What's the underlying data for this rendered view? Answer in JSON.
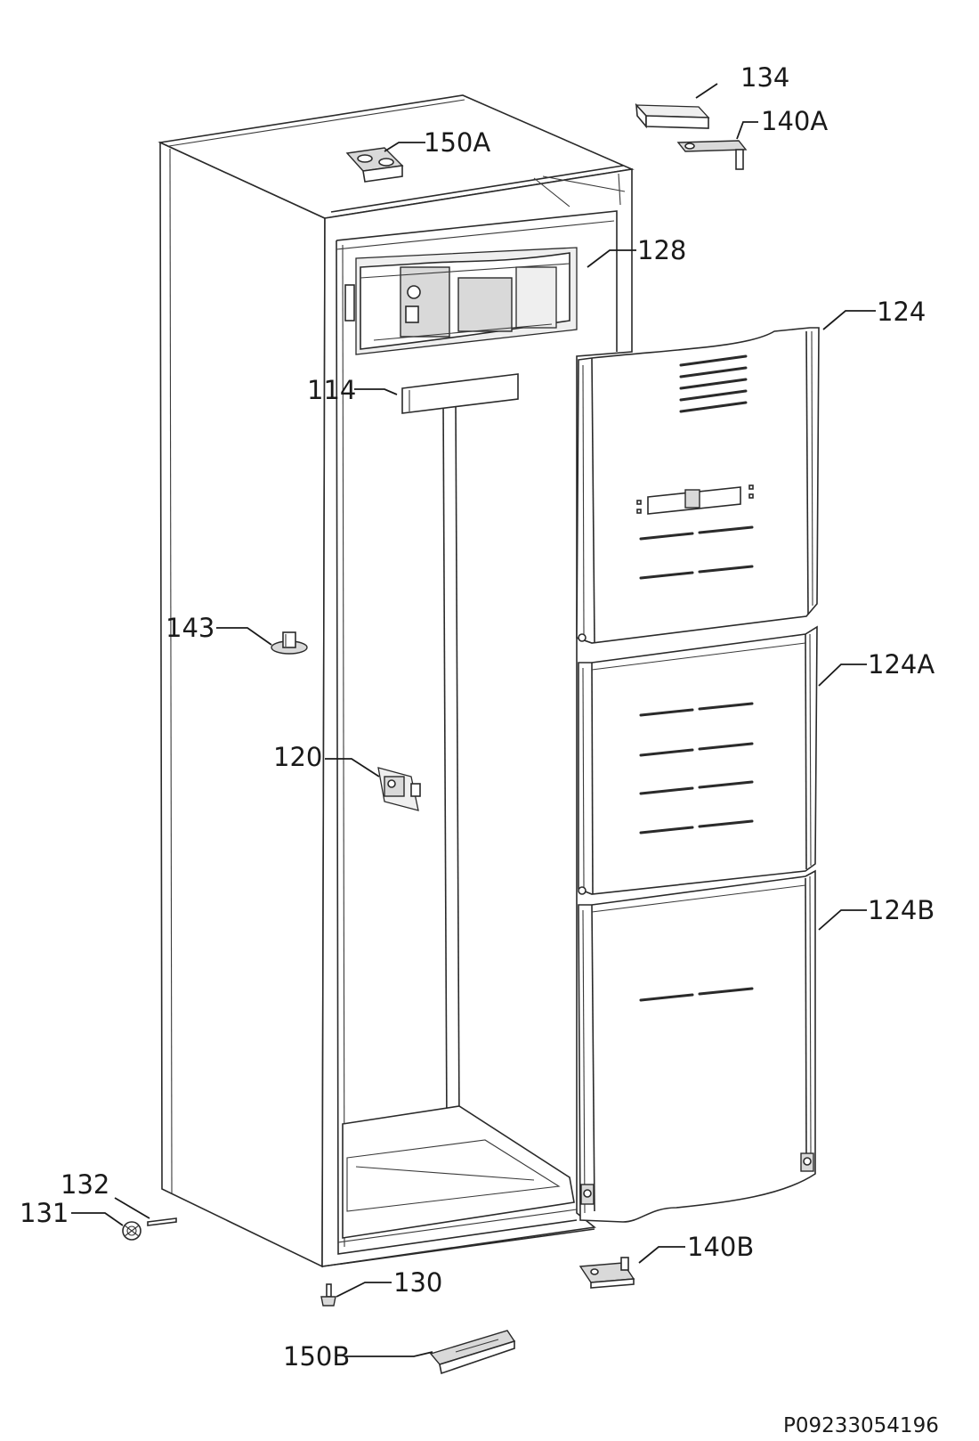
{
  "labels": {
    "p134": "134",
    "p140A": "140A",
    "p150A": "150A",
    "p128": "128",
    "p124": "124",
    "p114": "114",
    "p143": "143",
    "p124A": "124A",
    "p120": "120",
    "p124B": "124B",
    "p132": "132",
    "p131": "131",
    "p140B": "140B",
    "p130": "130",
    "p150B": "150B"
  },
  "document_id": "P09233054196"
}
